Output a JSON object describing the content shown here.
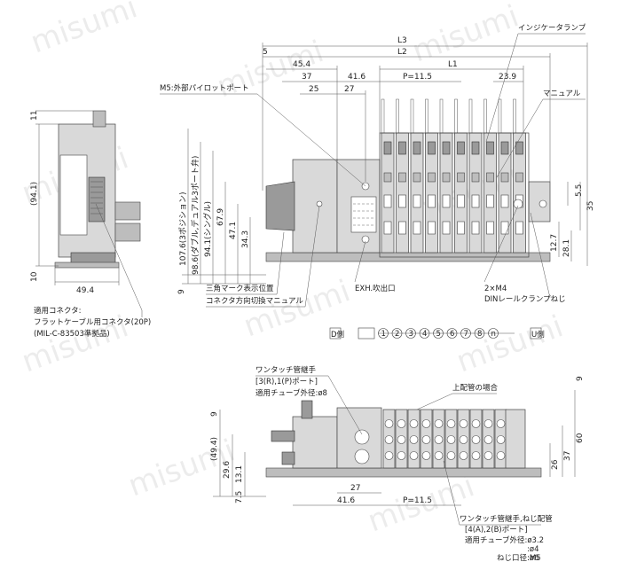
{
  "watermark": "misumi",
  "callouts": {
    "indicator_lamp": "インジケータランプ",
    "manual": "マニュアル",
    "m5_pilot": "M5:外部パイロットポート",
    "triangle_mark": "三角マーク表示位置",
    "connector_switch": "コネクタ方向切換マニュアル",
    "exh_port": "EXH.吹出口",
    "mount_hole": "2×M4",
    "din_clamp": "DINレールクランプねじ",
    "connector_title": "適用コネクタ:",
    "connector_line1": "フラットケーブル用コネクタ(20P)",
    "connector_line2": "(MIL-C-83503準拠品)",
    "one_touch_title": "ワンタッチ管継手",
    "one_touch_ports": "[3(R),1(P)ポート]",
    "one_touch_tube": "適用チューブ外径:ø8",
    "upper_piping": "上配管の場合",
    "bottom_title": "ワンタッチ管継手,ねじ配管",
    "bottom_ports": "[4(A),2(B)ポート]",
    "bottom_tube": "適用チューブ外径:ø3.2",
    "bottom_d4": ":ø4",
    "bottom_d6": ":ø6",
    "bottom_thread": "ねじ口径:M5"
  },
  "station_bar": {
    "d_side": "D側",
    "u_side": "U側",
    "stations": [
      "1",
      "2",
      "3",
      "4",
      "5",
      "6",
      "7",
      "8",
      "n"
    ]
  },
  "dimensions": {
    "L3": "L3",
    "L2": "L2",
    "L1": "L1",
    "d5": "5",
    "d45_4": "45.4",
    "d37": "37",
    "d41_6": "41.6",
    "pitch": "P=11.5",
    "d23_9": "23.9",
    "d25": "25",
    "d27": "27",
    "d11": "11",
    "d94_1": "(94.1)",
    "d10": "10",
    "d49_4": "49.4",
    "d107_6": "107.6(3ポジション)",
    "d98_6": "98.6(ダブル,デュアル3ポート弁)",
    "d94_1s": "94.1(シングル)",
    "d67_9": "67.9",
    "d47_1": "47.1",
    "d34_3": "34.3",
    "d9": "9",
    "d5_5": "5.5",
    "d35": "35",
    "d12_7": "12.7",
    "d28_1": "28.1",
    "b_d9": "9",
    "b_d49_4": "(49.4)",
    "b_d29_6": "29.6",
    "b_d13_1": "13.1",
    "b_d7_5": "7.5",
    "b_d27": "27",
    "b_d41_6": "41.6",
    "b_pitch": "P=11.5",
    "b_d60": "60",
    "b_d37": "37",
    "b_d26": "26"
  }
}
